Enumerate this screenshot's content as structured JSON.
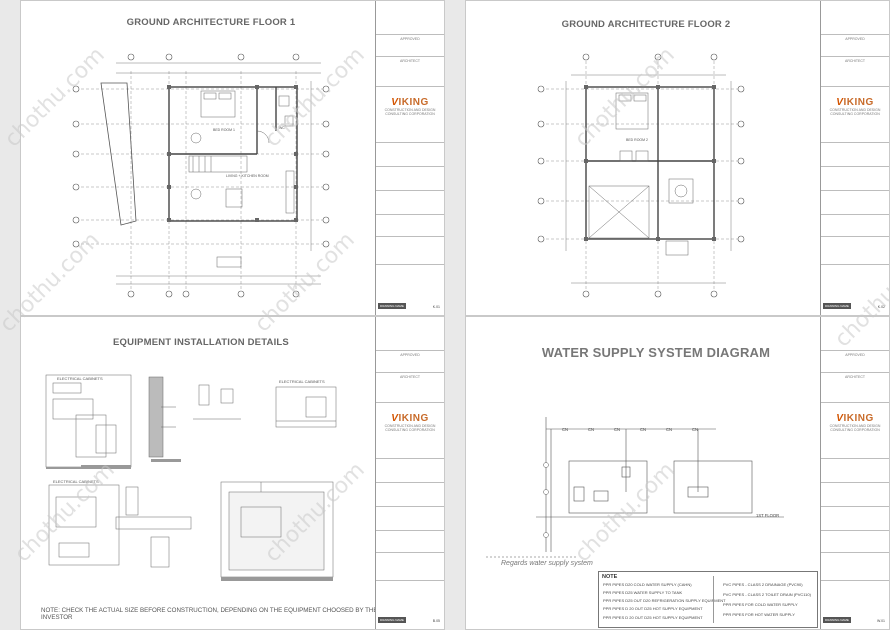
{
  "sheets": {
    "floor1": {
      "title": "GROUND ARCHITECTURE FLOOR 1",
      "room_bed": "BED ROOM 1",
      "room_living": "LIVING + KITCHEN ROOM",
      "room_wc": "WC"
    },
    "floor2": {
      "title": "GROUND ARCHITECTURE FLOOR 2",
      "room_bed": "BED ROOM 2"
    },
    "equipment": {
      "title": "EQUIPMENT INSTALLATION DETAILS",
      "label_cabinet_1": "ELECTRICAL CABINETS",
      "label_cabinet_2": "ELECTRICAL CABINETS",
      "label_cabinet_3": "ELECTRICAL CABINETS",
      "note": "NOTE: CHECK THE ACTUAL SIZE BEFORE CONSTRUCTION, DEPENDING ON THE EQUIPMENT CHOOSED BY THE INVESTOR"
    },
    "water": {
      "title": "WATER SUPPLY SYSTEM DIAGRAM",
      "floor_label": "1ST FLOOR",
      "caption": "Regards water supply system",
      "pipe_label": "CN",
      "note_heading": "NOTE",
      "legend_left": [
        "PPR PIPES D20 COLD WATER SUPPLY (CAHN)",
        "PPR PIPES D25 WATER SUPPLY TO TANK",
        "PPR PIPES D25 OUT D20 REFRIGERATION SUPPLY EQUIPMENT",
        "PPR PIPES D 20 OUT D25 HOT SUPPLY EQUIPMENT",
        "PPR PIPES D 20 OUT D25 HOT SUPPLY EQUIPMENT"
      ],
      "legend_right": [
        "PVC PIPES - CLASS 2 DRAINAGE (PVC90)",
        "PVC PIPES - CLASS 2 TOILET DRAIN (PVC110)",
        "PPR PIPES FOR COLD WATER SUPPLY",
        "PPR PIPES FOR HOT WATER SUPPLY"
      ]
    }
  },
  "titleblock": {
    "logo_v": "V",
    "logo_rest": "IKING",
    "company_line": "CONSTRUCTION AND DESIGN CONSULTING CORPORATION",
    "approved": "APPROVED",
    "architect": "ARCHITECT",
    "footer_label": "DRAWING NAME",
    "sheet_numbers": [
      "K.01",
      "K.02",
      "B.05",
      "W.01"
    ]
  },
  "watermark": "chothu.com",
  "colors": {
    "line": "#555555",
    "grid": "#777777",
    "accent": "#c86b2a"
  }
}
